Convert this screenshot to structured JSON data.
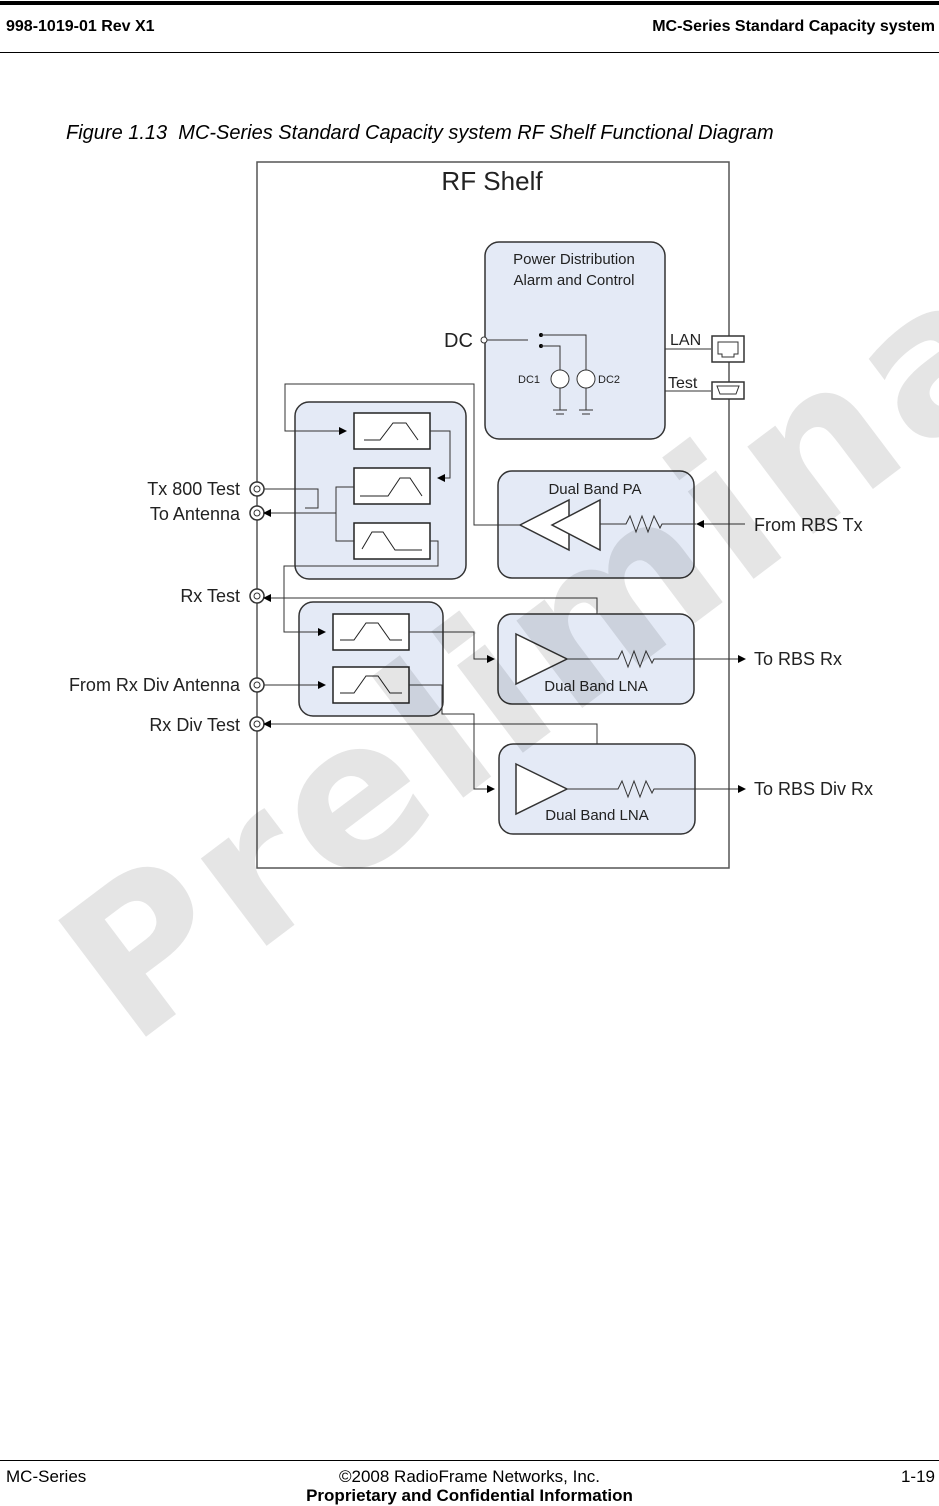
{
  "header": {
    "doc_number": "998-1019-01 Rev X1",
    "doc_title": "MC-Series Standard Capacity system"
  },
  "caption": "Figure 1.13  MC-Series Standard Capacity system RF Shelf Functional Diagram",
  "diagram": {
    "shelf_title": "RF Shelf",
    "power_block": {
      "line1": "Power Distribution",
      "line2": "Alarm and Control"
    },
    "dc": "DC",
    "dc1": "DC1",
    "dc2": "DC2",
    "lan": "LAN",
    "test": "Test",
    "pa_label": "Dual Band PA",
    "lna1_label": "Dual Band LNA",
    "lna2_label": "Dual Band LNA",
    "ports": {
      "tx800_test": "Tx 800 Test",
      "to_antenna": "To Antenna",
      "rx_test": "Rx Test",
      "from_rx_div_antenna": "From Rx Div Antenna",
      "rx_div_test": "Rx Div Test"
    },
    "outputs": {
      "from_rbs_tx": "From RBS Tx",
      "to_rbs_rx": "To RBS Rx",
      "to_rbs_div_rx": "To RBS Div Rx"
    }
  },
  "watermark": "Preliminary",
  "footer": {
    "left": "MC-Series",
    "center": "©2008 RadioFrame Networks, Inc.",
    "right": "1-19",
    "confidential": "Proprietary and Confidential Information"
  }
}
